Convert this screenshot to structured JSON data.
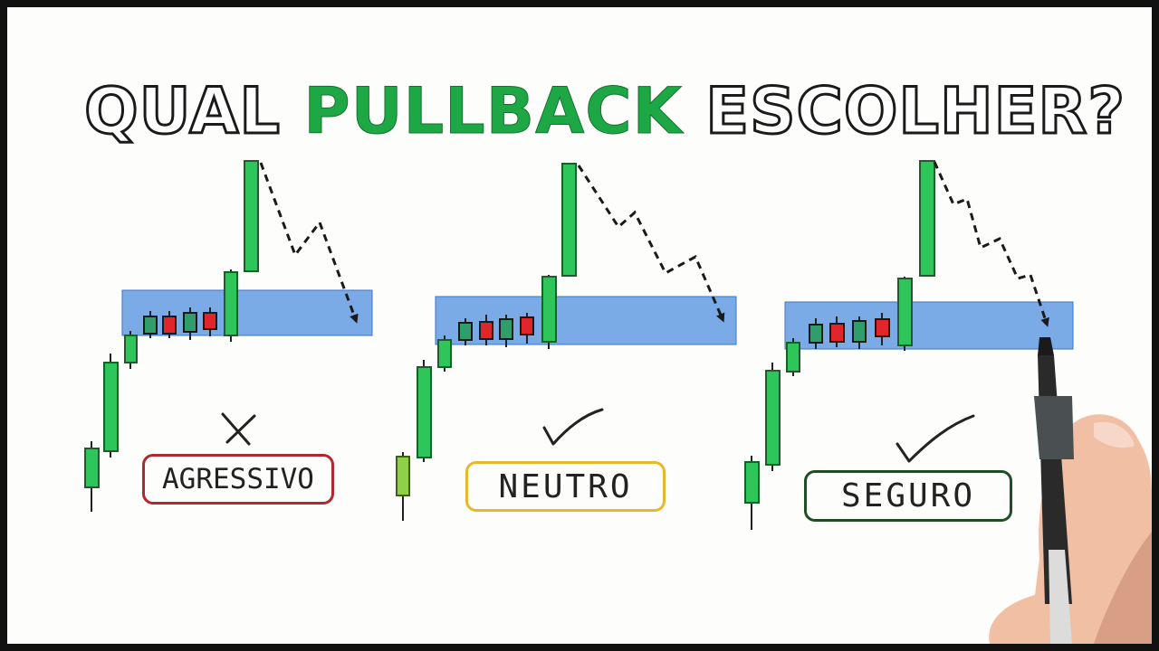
{
  "title": {
    "part1": "QUAL",
    "part2": "PULLBACK",
    "part3": "ESCOLHER?"
  },
  "colors": {
    "accent_green": "#1ea845",
    "bullish_candle": "#2ec65a",
    "bearish_candle": "#e0262b",
    "small_bullish_candle": "#2f9e6b",
    "zone_blue": "#4f8fe0",
    "label_agressivo_border": "#b3282d",
    "label_neutro_border": "#e8b82c",
    "label_seguro_border": "#1f4d25"
  },
  "panels": [
    {
      "name": "agressivo",
      "label": "AGRESSIVO",
      "mark": "cross-mark",
      "verdict": "rejected"
    },
    {
      "name": "neutro",
      "label": "NEUTRO",
      "mark": "check-mark",
      "verdict": "accepted"
    },
    {
      "name": "seguro",
      "label": "SEGURO",
      "mark": "check-mark",
      "verdict": "accepted"
    }
  ],
  "icons": [
    "cross-icon",
    "check-icon",
    "dashed-arrow-icon",
    "hand-with-pen"
  ]
}
